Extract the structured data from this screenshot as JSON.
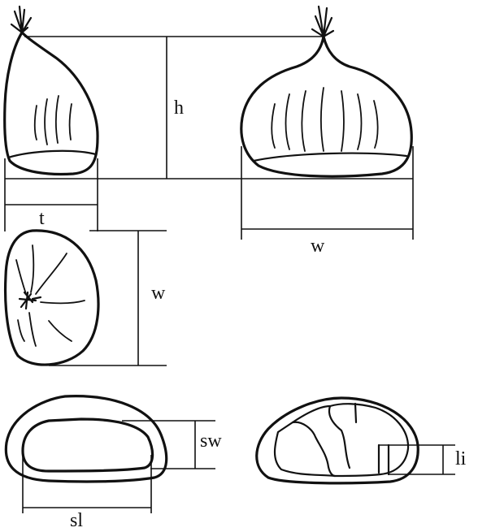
{
  "labels": {
    "height": "h",
    "thickness": "t",
    "width_front": "w",
    "width_side": "w",
    "seed_width": "sw",
    "seed_length": "sl",
    "pellicle_intrusion": "li"
  },
  "colors": {
    "ink": "#111111",
    "background": "#ffffff"
  },
  "icons": {
    "apex": "star-tuft-icon",
    "hilum": "star-icon"
  }
}
